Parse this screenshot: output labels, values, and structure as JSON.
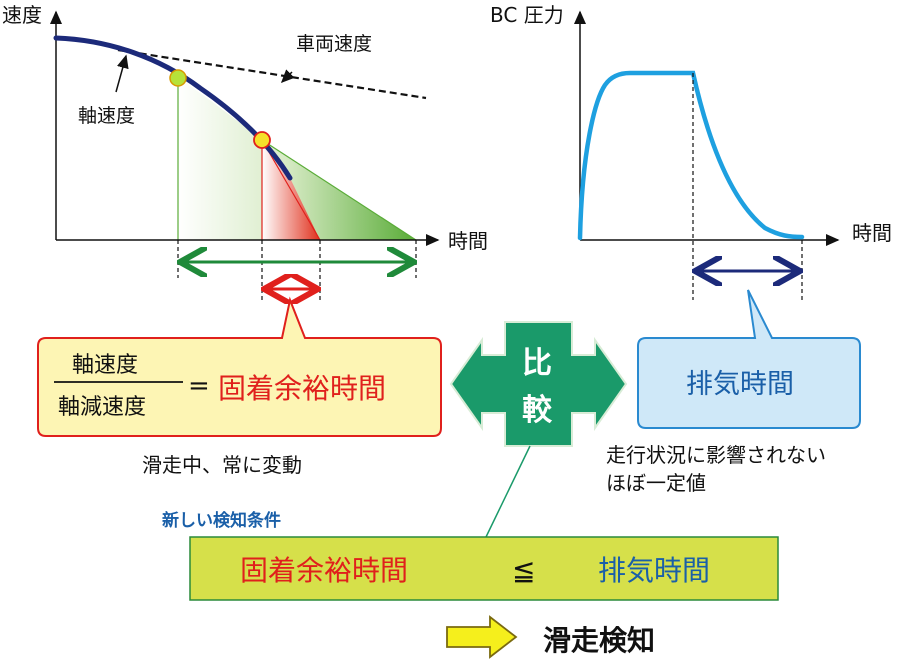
{
  "left_chart": {
    "y_axis_label": "速度",
    "x_axis_label": "時間",
    "vehicle_speed_label": "車両速度",
    "axle_speed_label": "軸速度"
  },
  "right_chart": {
    "y_axis_label": "BC 圧力",
    "x_axis_label": "時間"
  },
  "formula": {
    "numerator": "軸速度",
    "denominator": "軸減速度",
    "equals": "=",
    "result": "固着余裕時間",
    "note": "滑走中、常に変動"
  },
  "compare": {
    "char1": "比",
    "char2": "較"
  },
  "exhaust": {
    "label": "排気時間",
    "note_line1": "走行状況に影響されない",
    "note_line2": "ほぼ一定値"
  },
  "condition": {
    "title": "新しい検知条件",
    "left": "固着余裕時間",
    "operator": "≦",
    "right": "排気時間"
  },
  "result": {
    "label": "滑走検知"
  },
  "colors": {
    "axle_curve": "#1c2a7a",
    "green_arrow": "#1f8a3a",
    "red_arrow": "#e0201c",
    "bc_curve": "#1ea0e0",
    "compare_box": "#1a9a6a",
    "formula_box": "#fdf5b4",
    "exhaust_box": "#cfe8f8",
    "condition_box": "#d6e04a",
    "arrow_yellow": "#f5ef1c"
  }
}
